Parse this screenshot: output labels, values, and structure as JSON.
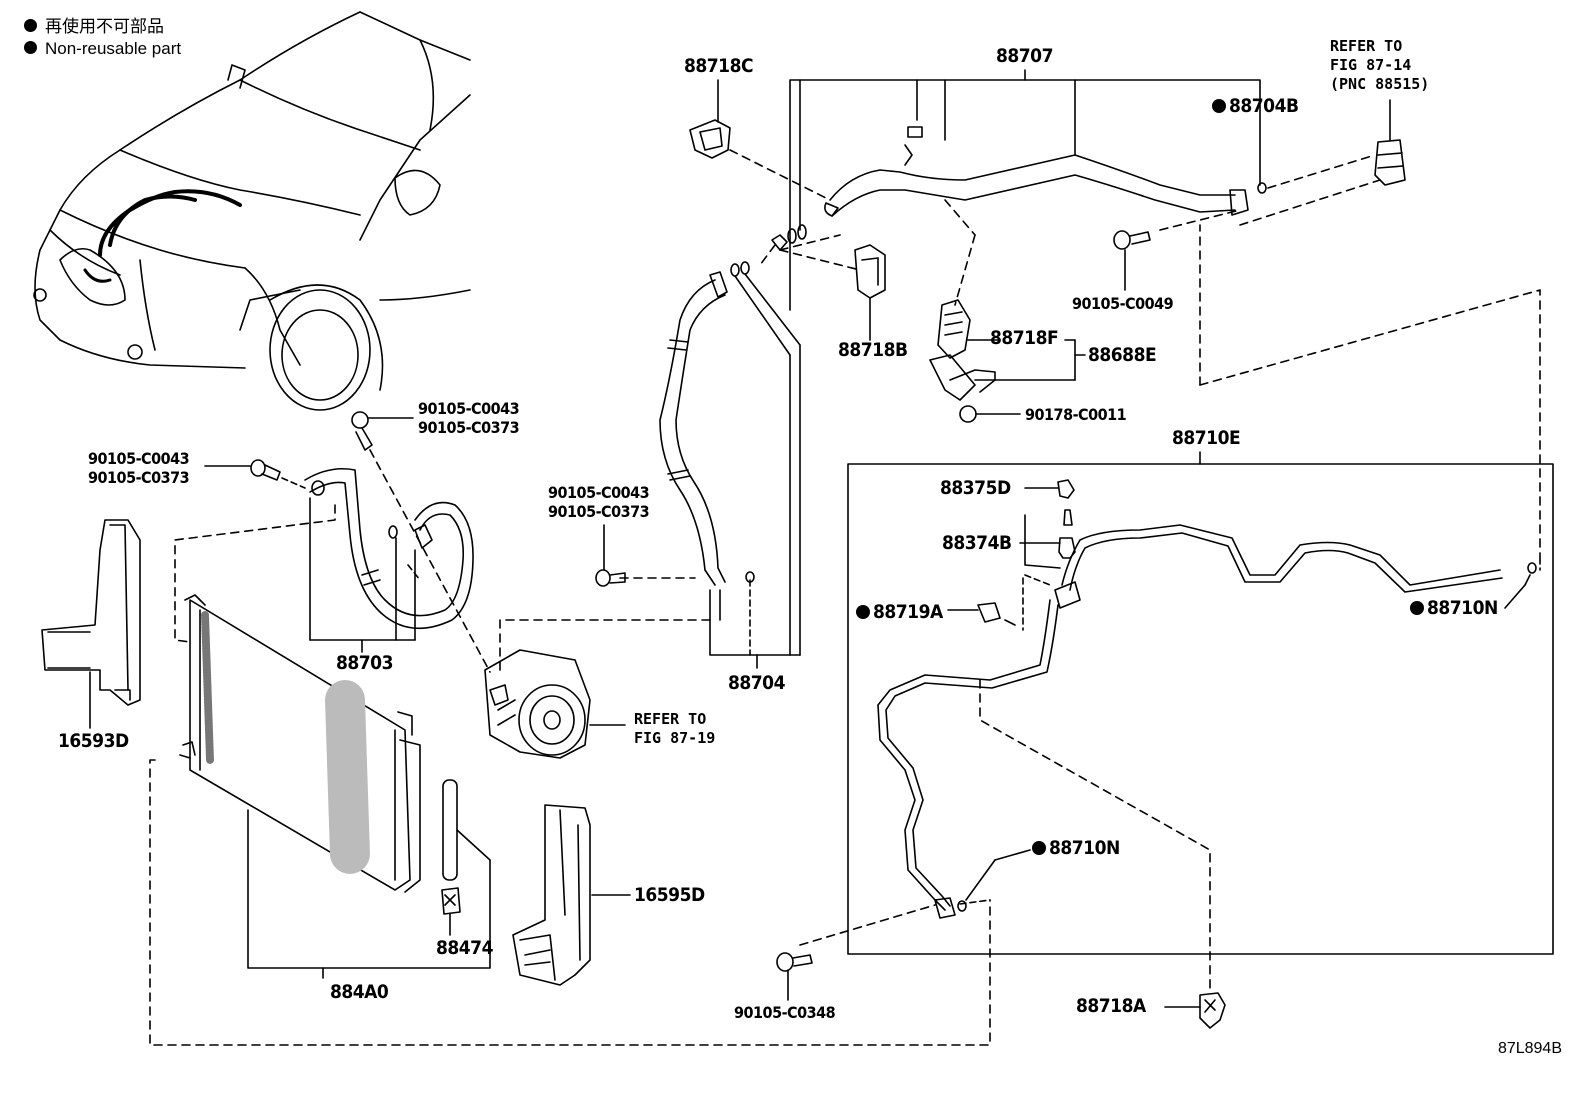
{
  "legend": {
    "items": [
      {
        "icon": "filled-circle-icon",
        "text": "再使用不可部品"
      },
      {
        "icon": "filled-circle-icon",
        "text": "Non-reusable part"
      }
    ]
  },
  "diagram_id": "87L894B",
  "parts": {
    "p88718C": {
      "label": "88718C",
      "non_reusable": false
    },
    "p88707": {
      "label": "88707",
      "non_reusable": false
    },
    "p88704B": {
      "label": "88704B",
      "non_reusable": true
    },
    "ref_87_14": {
      "lines": [
        "REFER TO",
        "FIG 87-14",
        "(PNC 88515)"
      ]
    },
    "p90105_C0049": {
      "label": "90105-C0049",
      "non_reusable": false
    },
    "p88718B": {
      "label": "88718B",
      "non_reusable": false
    },
    "p88718F": {
      "label": "88718F",
      "non_reusable": false
    },
    "p88688E": {
      "label": "88688E",
      "non_reusable": false
    },
    "p90178_C0011": {
      "label": "90178-C0011",
      "non_reusable": false
    },
    "bolt_top": {
      "lines": [
        "90105-C0043",
        "90105-C0373"
      ]
    },
    "bolt_left": {
      "lines": [
        "90105-C0043",
        "90105-C0373"
      ]
    },
    "bolt_mid": {
      "lines": [
        "90105-C0043",
        "90105-C0373"
      ]
    },
    "p88703": {
      "label": "88703",
      "non_reusable": false
    },
    "p88704": {
      "label": "88704",
      "non_reusable": false
    },
    "ref_87_19": {
      "lines": [
        "REFER TO",
        "FIG 87-19"
      ]
    },
    "p16593D": {
      "label": "16593D",
      "non_reusable": false
    },
    "p88710E": {
      "label": "88710E",
      "non_reusable": false
    },
    "p88375D": {
      "label": "88375D",
      "non_reusable": false
    },
    "p88374B": {
      "label": "88374B",
      "non_reusable": false
    },
    "p88719A": {
      "label": "88719A",
      "non_reusable": true
    },
    "p88710N_right": {
      "label": "88710N",
      "non_reusable": true
    },
    "p88710N_bottom": {
      "label": "88710N",
      "non_reusable": true
    },
    "p16595D": {
      "label": "16595D",
      "non_reusable": false
    },
    "p88474": {
      "label": "88474",
      "non_reusable": false
    },
    "p884A0": {
      "label": "884A0",
      "non_reusable": false
    },
    "p90105_C0348": {
      "label": "90105-C0348",
      "non_reusable": false
    },
    "p88718A": {
      "label": "88718A",
      "non_reusable": false
    }
  }
}
